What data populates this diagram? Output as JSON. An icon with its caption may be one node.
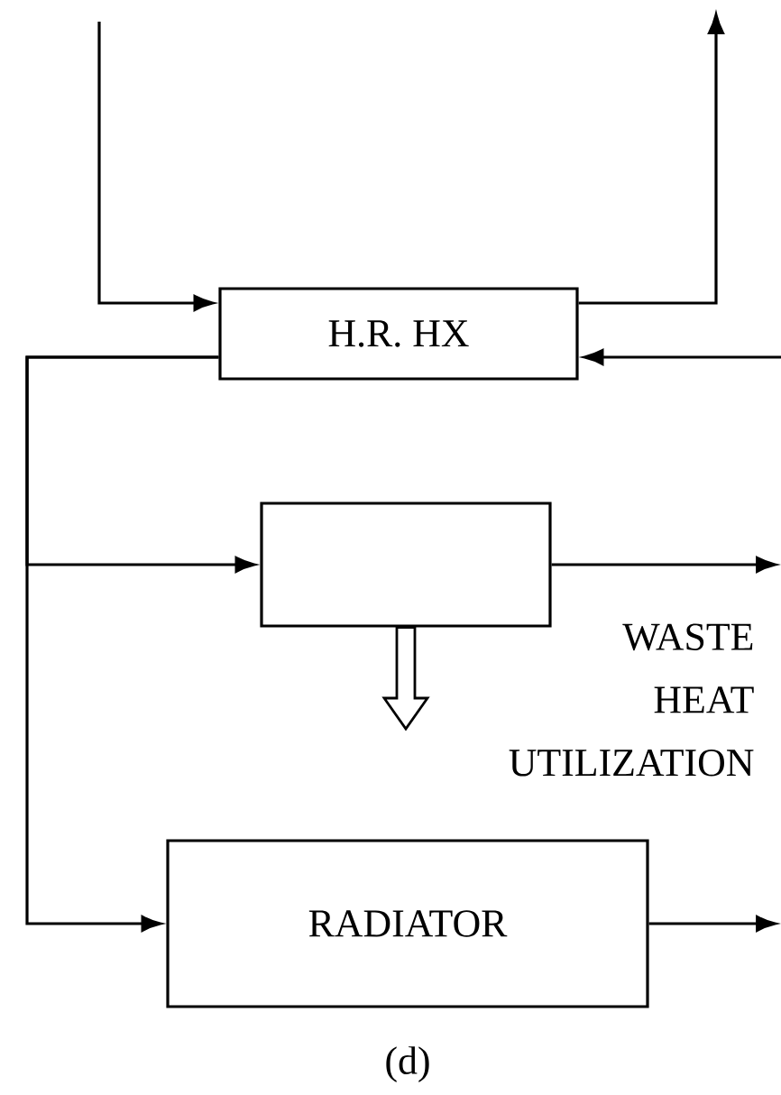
{
  "diagram": {
    "caption": "(d)",
    "nodes": [
      {
        "text": [
          "H.R. HX"
        ]
      },
      {
        "text": [],
        "shape": "box",
        "beside": [
          "WASTE HEAT UTILIZATION"
        ]
      },
      {
        "text": [
          "RADIATOR"
        ]
      }
    ],
    "edges": [
      {
        "from": null,
        "to": 0,
        "arrow": "to"
      },
      {
        "from": 0,
        "to": null,
        "arrow": "to"
      },
      {
        "from": null,
        "to": 0,
        "arrow": "to"
      },
      {
        "from": 0,
        "to": 1,
        "arrow": "to"
      },
      {
        "from": 0,
        "to": 2,
        "arrow": "to"
      },
      {
        "from": 1,
        "to": null,
        "arrow": "to"
      },
      {
        "from": 2,
        "to": null,
        "arrow": "to"
      },
      {
        "from": 1,
        "to": null,
        "arrow": "to",
        "style": "thick"
      }
    ]
  }
}
